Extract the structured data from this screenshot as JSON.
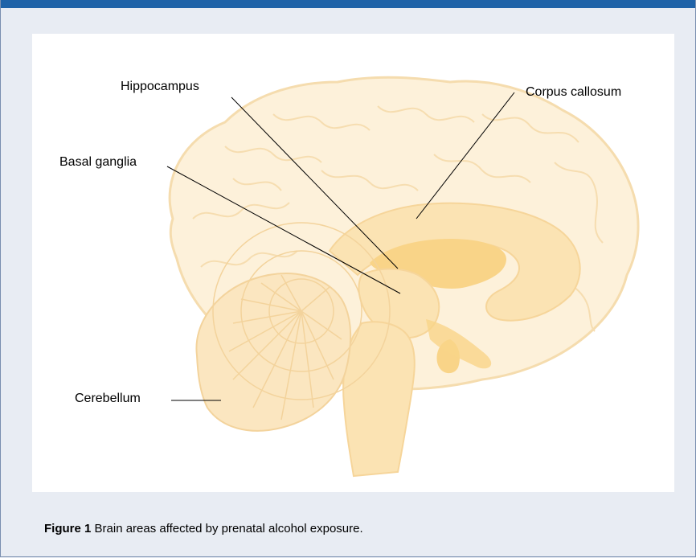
{
  "diagram": {
    "labels": {
      "hippocampus": "Hippocampus",
      "corpus_callosum": "Corpus callosum",
      "basal_ganglia": "Basal ganglia",
      "cerebellum": "Cerebellum"
    },
    "colors": {
      "header_bar": "#1f63a8",
      "background": "#e8ecf3",
      "brain_light": "#fdf1da",
      "brain_mid": "#fbe3b3",
      "brain_deep": "#f9d488"
    }
  },
  "caption": {
    "figure_number": "Figure 1",
    "text": "Brain areas affected by prenatal alcohol exposure."
  }
}
